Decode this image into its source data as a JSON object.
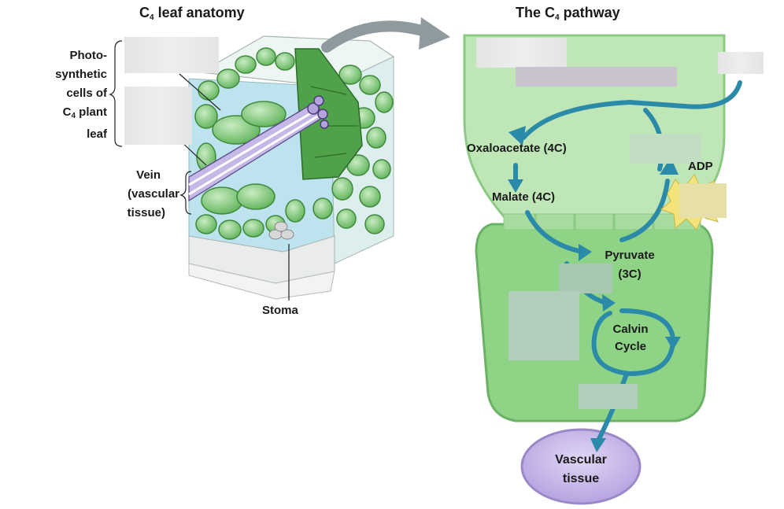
{
  "titles": {
    "left_prefix": "C",
    "left_sub": "4",
    "left_suffix": " leaf anatomy",
    "right_prefix": "The C",
    "right_sub": "4",
    "right_suffix": " pathway"
  },
  "labels": {
    "photo_line1": "Photo-",
    "photo_line2": "synthetic",
    "photo_line3": "cells of",
    "photo_line4_prefix": "C",
    "photo_line4_sub": "4",
    "photo_line4_suffix": " plant",
    "photo_line5": "leaf",
    "vein_line1": "Vein",
    "vein_line2": "(vascular",
    "vein_line3": "tissue)",
    "stoma": "Stoma"
  },
  "pathway": {
    "oxaloacetate": "Oxaloacetate (4C)",
    "malate": "Malate (4C)",
    "pyruvate_line1": "Pyruvate",
    "pyruvate_line2": "(3C)",
    "adp": "ADP",
    "calvin_line1": "Calvin",
    "calvin_line2": "Cycle",
    "vascular_line1": "Vascular",
    "vascular_line2": "tissue"
  },
  "colors": {
    "cell_green": "#5cb85c",
    "cell_light": "#c5ebc3",
    "bundle_sheath": "#9fd89a",
    "arrow_teal": "#2a8aa8",
    "vascular": "#c8b8e8",
    "blank_box": "#e8e8e8"
  }
}
